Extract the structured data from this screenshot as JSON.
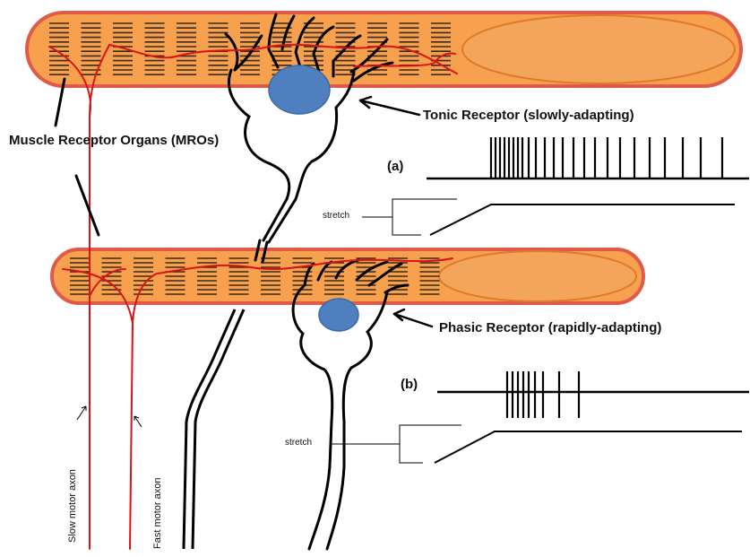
{
  "labels": {
    "mro": "Muscle Receptor Organs (MROs)",
    "tonic": "Tonic Receptor (slowly-adapting)",
    "phasic": "Phasic Receptor (rapidly-adapting)",
    "panel_a": "(a)",
    "panel_b": "(b)",
    "stretch_a": "stretch",
    "stretch_b": "stretch",
    "slow_axon": "Slow motor  axon",
    "fast_axon": "Fast motor axon"
  },
  "colors": {
    "muscle_fill": "#f7a14e",
    "muscle_edge": "#e05a4a",
    "tendon_fill": "#f4a55c",
    "nucleus": "#4f7fbf",
    "axon": "#d8141a",
    "ink": "#000000"
  },
  "spike_trains": {
    "tonic": {
      "count": 24,
      "pattern": "dense burst then steady firing"
    },
    "phasic": {
      "count": 9,
      "pattern": "short burst then silence"
    }
  }
}
